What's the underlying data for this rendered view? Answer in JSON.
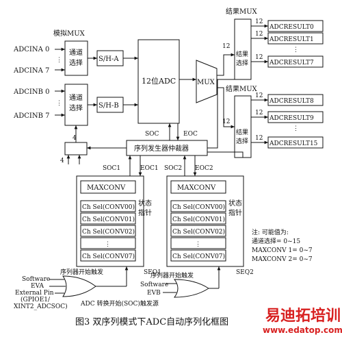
{
  "labels": {
    "mux_title": "模拟MUX",
    "adcina0": "ADCINA 0",
    "adcina7": "ADCINA 7",
    "adcinb0": "ADCINB 0",
    "adcinb7": "ADCINB 7",
    "ch_sel": "通道选择",
    "sha": "S/H-A",
    "shb": "S/H-B",
    "adc": "12位ADC",
    "mux": "MUX",
    "bits": "12",
    "bit4": "4",
    "soc": "SOC",
    "eoc": "EOC",
    "soc1": "SOC1",
    "eoc1": "EOC1",
    "soc2": "SOC2",
    "eoc2": "EOC2",
    "sequencer": "序列发生器仲裁器",
    "result_mux": "结果MUX",
    "result_sel": "结果选择",
    "maxconv": "MAXCONV",
    "state_ptr": "状态指针",
    "seq1": "SEQ1",
    "seq2": "SEQ2",
    "seq_start_trigger": "序列器开始触发",
    "software": "Software",
    "eva": "EVA",
    "evb": "EVB",
    "external_pin": "External Pin",
    "gpio": "(GPIOE1/",
    "xint": "XINT2_ADCSOC)",
    "soc_trigger_src": "ADC 转换开始(SOC)触发源",
    "note_title": "注: 可能值为:",
    "note_line1": "通道选择= 0~15",
    "note_line2": "MAXCONV 1= 0~7",
    "note_line3": "MAXCONV 2= 0~7",
    "caption": "图3  双序列模式下ADC自动序列化框图",
    "watermark_cn": "易迪拓培训",
    "watermark_url": "www.edatop.com",
    "vdots": "⋮"
  },
  "results_top": [
    "ADCRESULT0",
    "ADCRESULT1",
    "ADCRESULT7"
  ],
  "results_bottom": [
    "ADCRESULT8",
    "ADCRESULT9",
    "ADCRESULT15"
  ],
  "conv_rows": [
    "Ch Sel(CONV00)",
    "Ch Sel(CONV01)",
    "Ch Sel(CONV02)",
    "Ch Sel(CONV07)"
  ],
  "colors": {
    "watermark": "#d82020",
    "ink": "#111111"
  }
}
